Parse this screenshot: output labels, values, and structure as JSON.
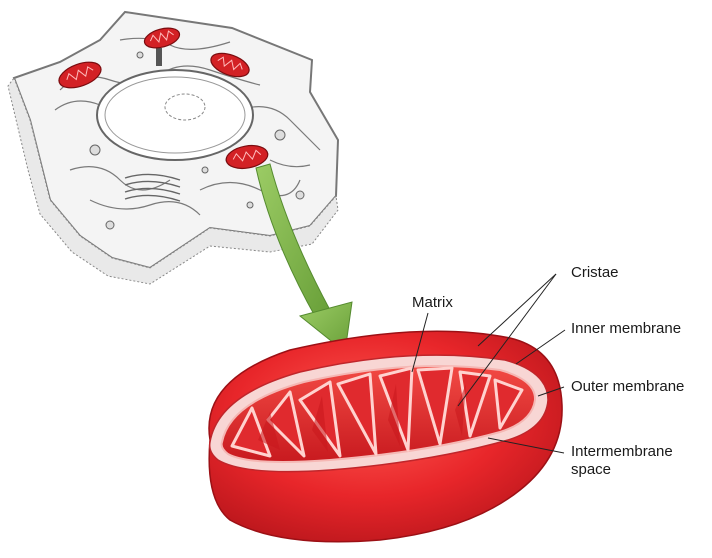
{
  "labels": {
    "matrix": "Matrix",
    "cristae": "Cristae",
    "inner_membrane": "Inner membrane",
    "outer_membrane": "Outer membrane",
    "intermembrane_space": "Intermembrane space"
  },
  "colors": {
    "mito_red": "#e8262a",
    "mito_dark": "#b5151a",
    "mito_light": "#f27a76",
    "arrow_green": "#7cb342",
    "cell_outline": "#555555"
  },
  "icons": {
    "cell": "animal-cell-illustration",
    "arrow": "zoom-arrow",
    "organelle": "mitochondrion-cutaway"
  }
}
